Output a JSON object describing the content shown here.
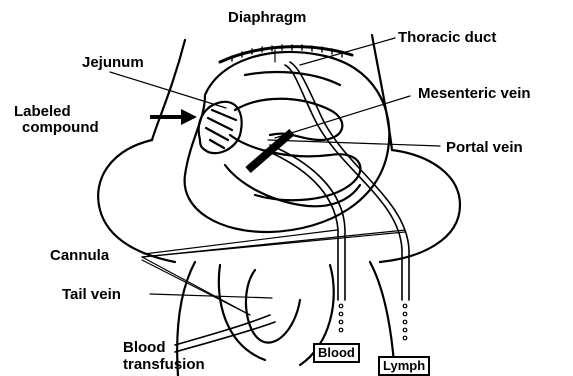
{
  "labels": {
    "diaphragm": "Diaphragm",
    "thoracic_duct": "Thoracic duct",
    "jejunum": "Jejunum",
    "labeled_compound_line1": "Labeled",
    "labeled_compound_line2": "compound",
    "mesenteric_vein": "Mesenteric vein",
    "portal_vein": "Portal vein",
    "cannula": "Cannula",
    "tail_vein": "Tail vein",
    "blood_transfusion_line1": "Blood",
    "blood_transfusion_line2": "transfusion",
    "blood_box": "Blood",
    "lymph_box": "Lymph"
  },
  "colors": {
    "ink": "#000000",
    "paper": "#ffffff"
  }
}
